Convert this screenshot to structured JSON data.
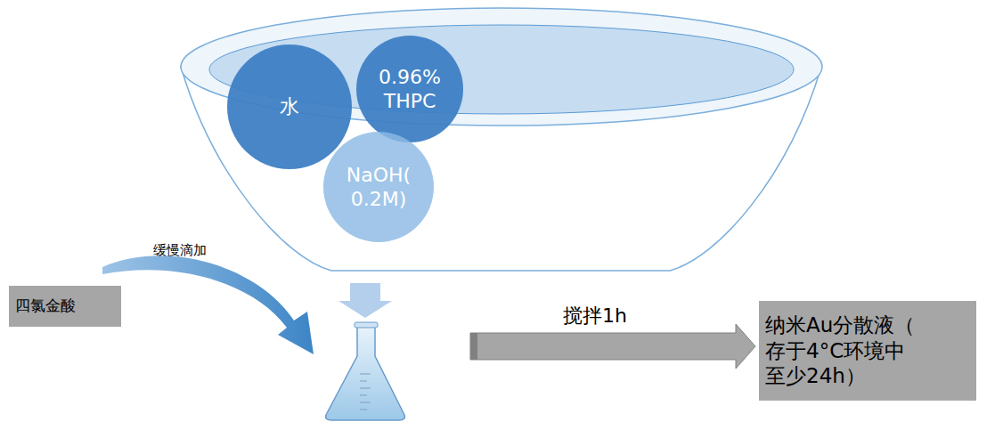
{
  "diagram": {
    "nodes": [
      {
        "text": [
          "水"
        ]
      },
      {
        "text": [
          "0.96% THPC"
        ]
      },
      {
        "text": [
          "NaOH( 0.2M)"
        ]
      },
      {
        "text": [
          "四氯金酸"
        ]
      },
      {
        "text": [
          "纳米Au分散液（ 存于4°C环境中 至少24h）"
        ]
      }
    ],
    "labels": [
      "缓慢滴加",
      "搅拌1h"
    ]
  }
}
